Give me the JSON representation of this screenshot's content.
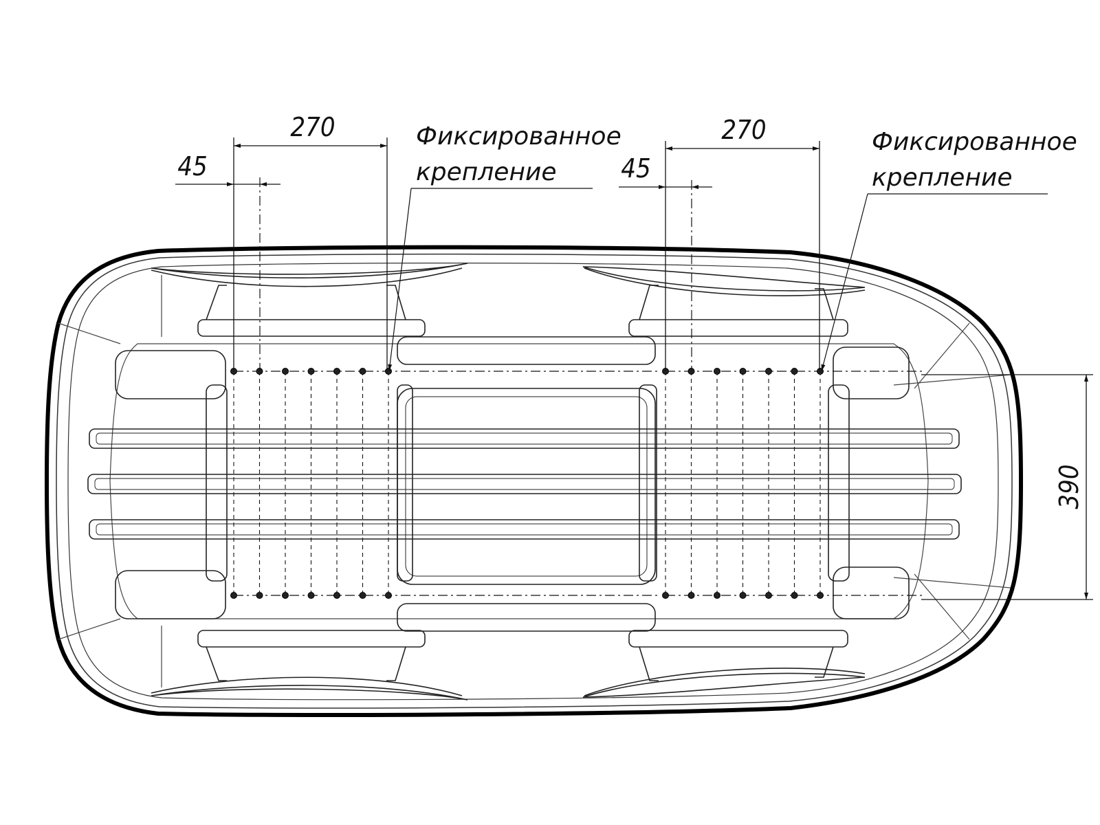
{
  "dimensions": {
    "left_spacing": "270",
    "left_offset": "45",
    "right_spacing": "270",
    "right_offset": "45",
    "width": "390"
  },
  "annotations": {
    "left": {
      "line1": "Фиксированное",
      "line2": "крепление"
    },
    "right": {
      "line1": "Фиксированное",
      "line2": "крепление"
    }
  },
  "colors": {
    "outline": "#000000",
    "line": "#333333",
    "background": "#ffffff"
  }
}
